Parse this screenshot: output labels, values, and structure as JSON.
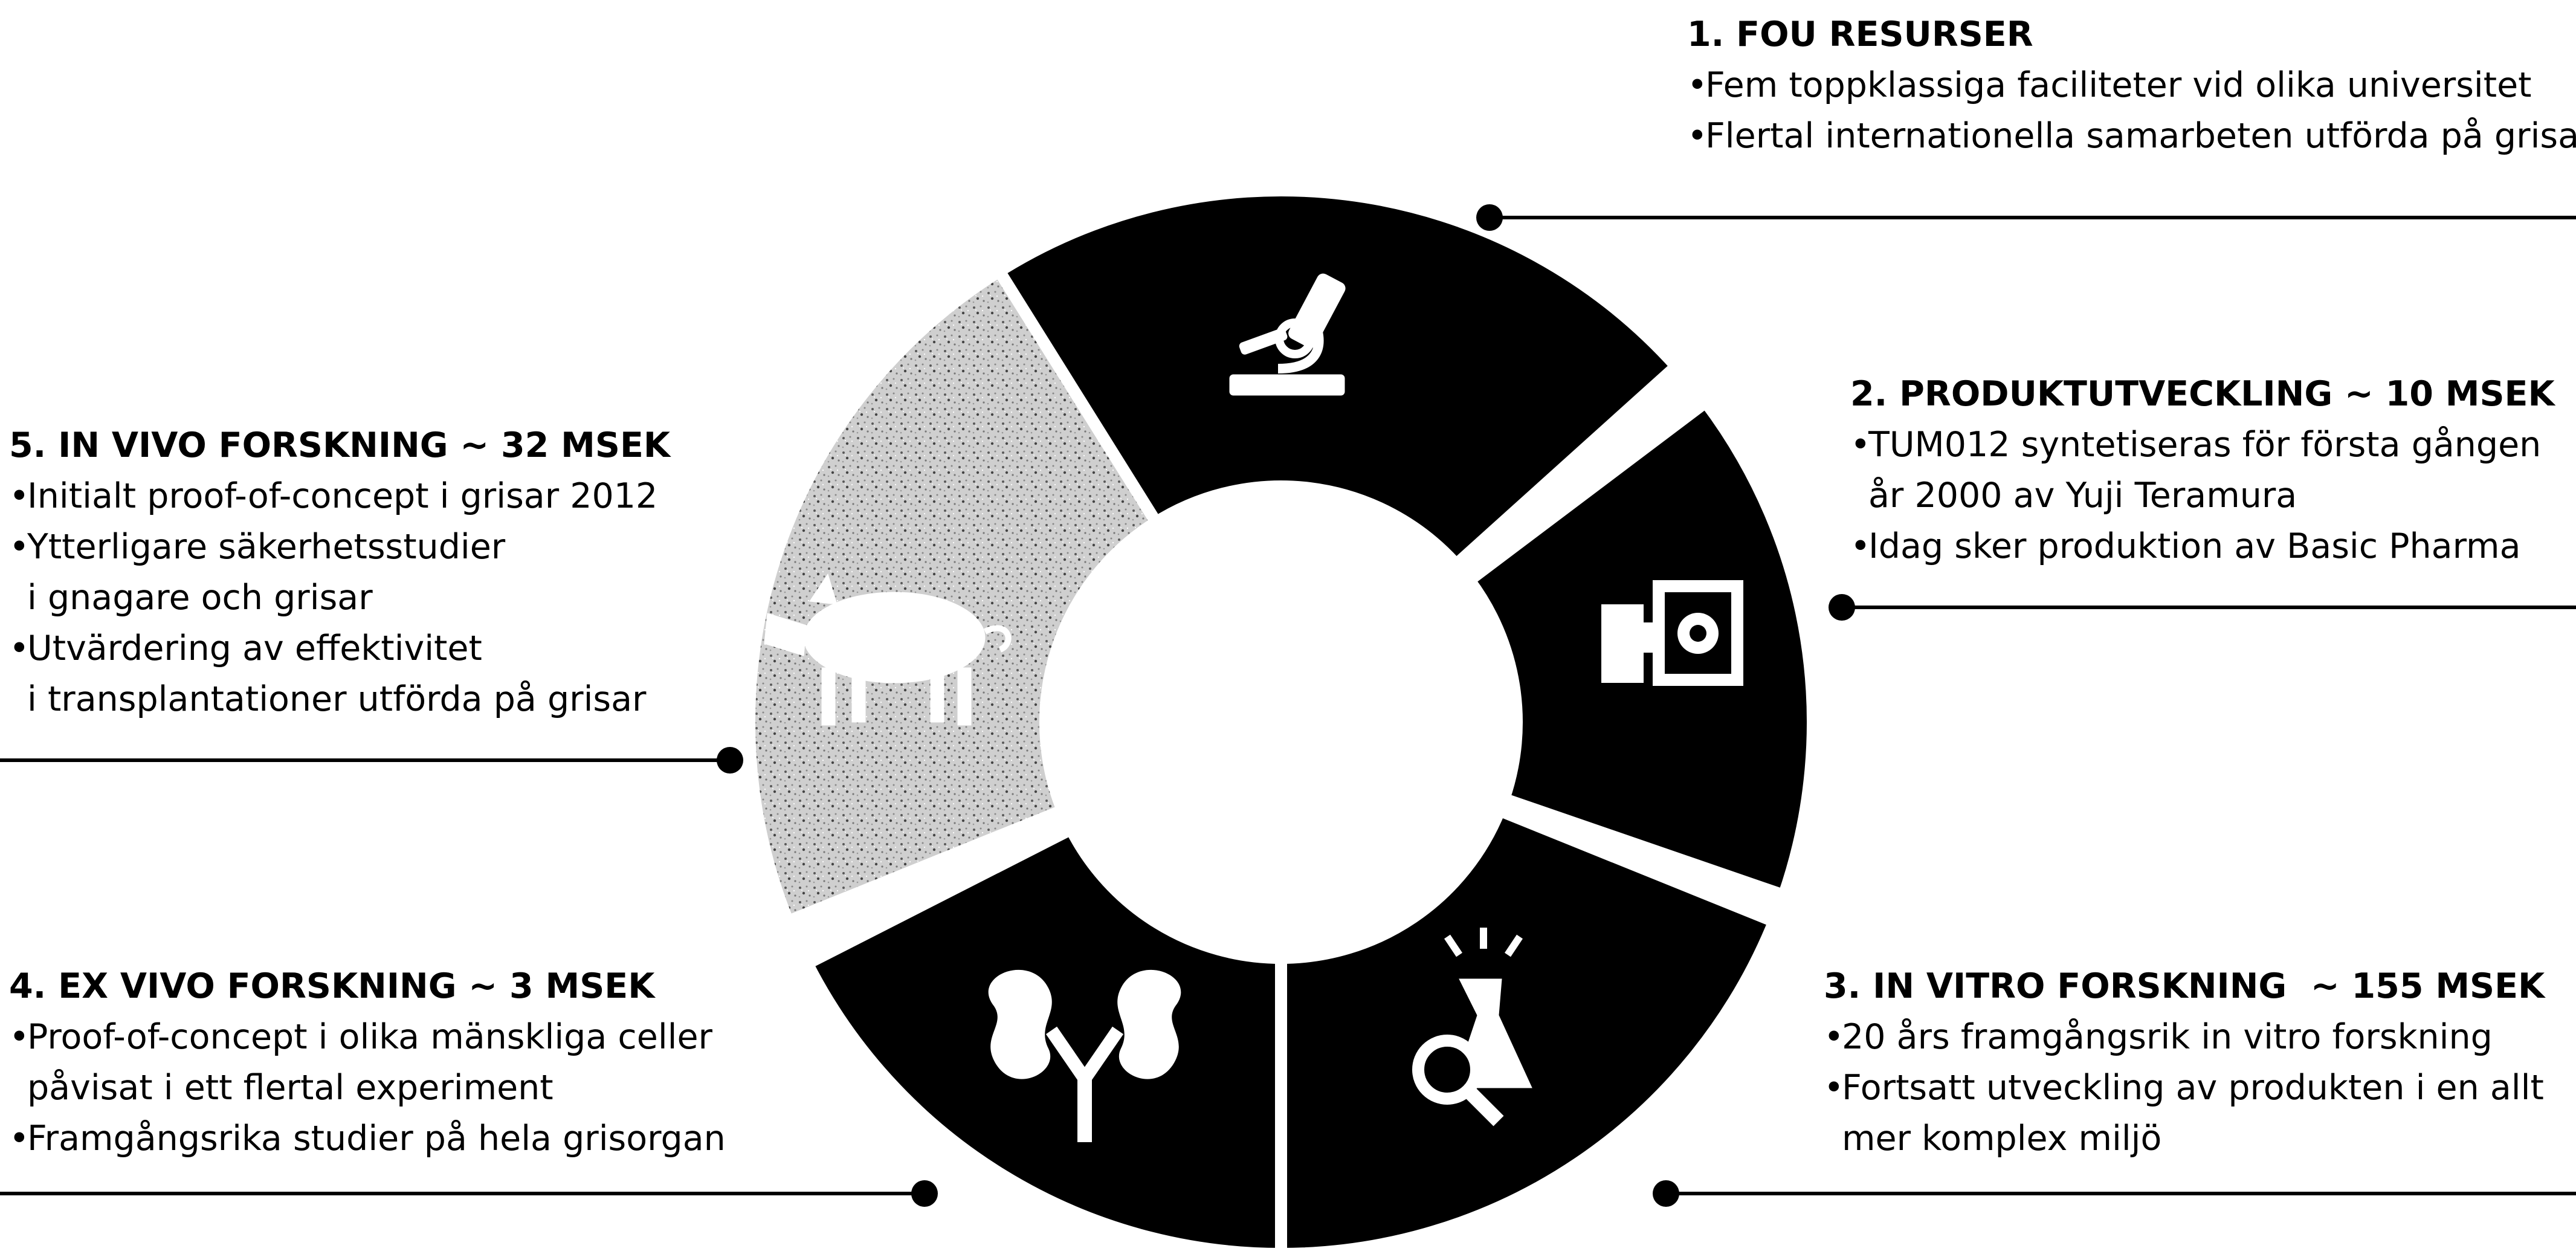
{
  "sections": [
    {
      "heading": "1. FOU RESURSER",
      "bullets": [
        [
          "Fem toppklassiga faciliteter vid olika universitet"
        ],
        [
          "Flertal internationella samarbeten utförda på grisar"
        ]
      ]
    },
    {
      "heading": "2. PRODUKTUTVECKLING ~ 10 MSEK",
      "bullets": [
        [
          "TUM012 syntetiseras för första gången",
          "år 2000 av Yuji Teramura"
        ],
        [
          "Idag sker produktion av Basic Pharma"
        ]
      ]
    },
    {
      "heading": "3. IN VITRO FORSKNING  ~ 155 MSEK",
      "bullets": [
        [
          "20 års framgångsrik in vitro forskning"
        ],
        [
          "Fortsatt utveckling av produkten i en allt",
          "mer komplex miljö"
        ]
      ]
    },
    {
      "heading": "4. EX VIVO FORSKNING ~ 3 MSEK",
      "bullets": [
        [
          "Proof-of-concept i olika mänskliga celler",
          "påvisat i ett flertal experiment"
        ],
        [
          "Framgångsrika studier på hela grisorgan"
        ]
      ]
    },
    {
      "heading": "5. IN VIVO FORSKNING ~ 32 MSEK",
      "bullets": [
        [
          "Initialt proof-of-concept i grisar 2012"
        ],
        [
          "Ytterligare säkerhetsstudier",
          "i gnagare och grisar"
        ],
        [
          "Utvärdering av effektivitet",
          "i transplantationer utförda på grisar"
        ]
      ]
    }
  ],
  "segments": [
    {
      "icon": "microscope-icon",
      "fill": "#000000"
    },
    {
      "icon": "box-gear-icon",
      "fill": "#000000"
    },
    {
      "icon": "flask-magnifier-icon",
      "fill": "#000000"
    },
    {
      "icon": "kidneys-icon",
      "fill": "#000000"
    },
    {
      "icon": "pig-icon",
      "fill": "#d4d4d4"
    }
  ],
  "colors": {
    "segment_dark": "#000000",
    "segment_highlight": "#d4d4d4",
    "text": "#000000",
    "background": "#ffffff"
  }
}
